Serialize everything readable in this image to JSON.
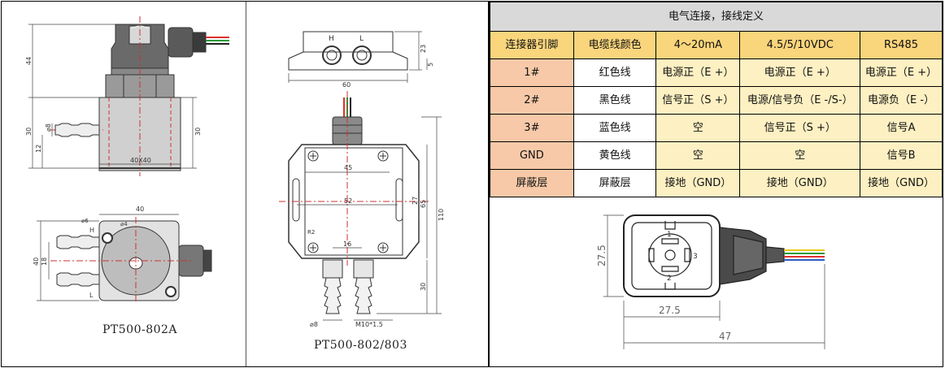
{
  "left": {
    "caption_a": "PT500-802A",
    "caption_b": "PT500-802/803",
    "dims_a": {
      "d44": "44",
      "d30l": "30",
      "d12": "12",
      "d8": "⌀8",
      "d30r": "30",
      "d40x40": "40X40",
      "d40top": "40",
      "d6": "⌀6",
      "d4": "⌀4",
      "d40l": "40",
      "d18": "18",
      "h": "H",
      "l": "L"
    },
    "dims_b": {
      "h": "H",
      "l": "L",
      "d23": "23",
      "d5": "5",
      "d60": "60",
      "d45": "45",
      "d52": "52",
      "d27": "27",
      "d65": "65",
      "d110": "110",
      "r2": "R2",
      "d16": "16",
      "d30": "30",
      "d8": "⌀8",
      "m10": "M10*1.5"
    }
  },
  "table": {
    "title": "电气连接，接线定义",
    "headers": [
      "连接器引脚",
      "电缆线颜色",
      "4～20mA",
      "4.5/5/10VDC",
      "RS485"
    ],
    "rows": [
      [
        "1#",
        "红色线",
        "电源正（E +）",
        "电源正（E +）",
        "电源正（E +）"
      ],
      [
        "2#",
        "黑色线",
        "信号正（S +）",
        "电源/信号负（E -/S-）",
        "电源负（E -）"
      ],
      [
        "3#",
        "蓝色线",
        "空",
        "信号正（S +）",
        "信号A"
      ],
      [
        "GND",
        "黄色线",
        "空",
        "空",
        "信号B"
      ],
      [
        "屏蔽层",
        "屏蔽层",
        "接地（GND）",
        "接地（GND）",
        "接地（GND）"
      ]
    ]
  },
  "connector": {
    "d275v": "27.5",
    "d275h": "27.5",
    "d47": "47",
    "p1": "1",
    "p2": "2",
    "p3": "3"
  },
  "colors": {
    "title_bg": "#d9d9d9",
    "header_bg": "#f9d57c",
    "index_bg": "#f7c9a8",
    "cell_bg": "#fdf0c2",
    "wire_red": "#e03030",
    "wire_green": "#2a9a3a",
    "wire_yellow": "#e8c820",
    "wire_blue": "#2a60c8"
  }
}
